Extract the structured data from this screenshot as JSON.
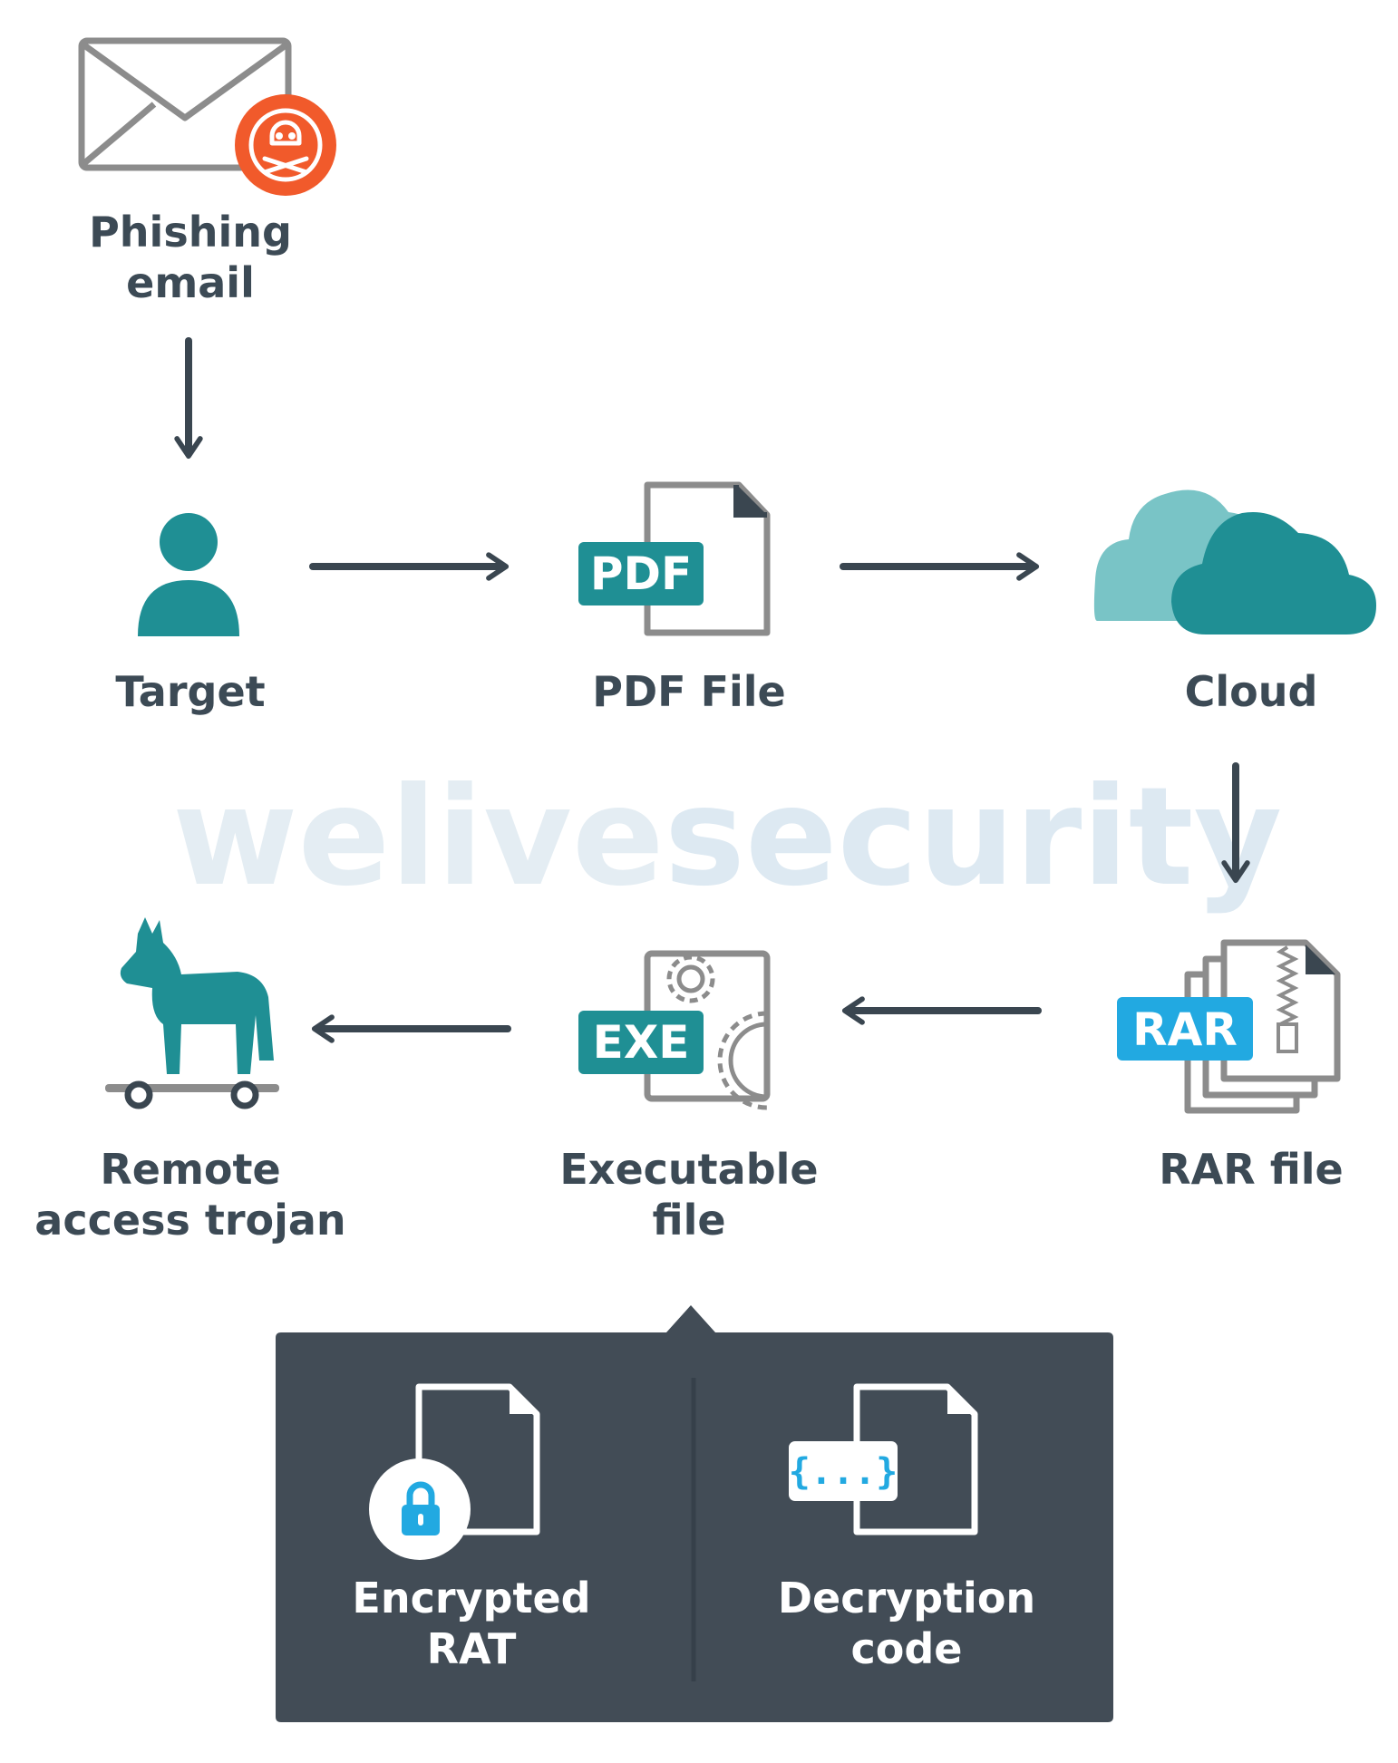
{
  "nodes": {
    "phishing": [
      "Phishing",
      "email"
    ],
    "target": [
      "Target"
    ],
    "pdf": [
      "PDF File"
    ],
    "cloud": [
      "Cloud"
    ],
    "rar": [
      "RAR file"
    ],
    "exe": [
      "Executable",
      "file"
    ],
    "rat": [
      "Remote",
      "access trojan"
    ]
  },
  "badges": {
    "pdf": "PDF",
    "exe": "EXE",
    "rar": "RAR",
    "code": "{...}"
  },
  "panel": {
    "left": [
      "Encrypted",
      "RAT"
    ],
    "right": [
      "Decryption",
      "code"
    ]
  },
  "watermark": {
    "part1": "welive",
    "part2": "security"
  },
  "colors": {
    "teal": "#1f8f94",
    "teal_light": "#79c4c6",
    "blue": "#22a9e1",
    "red": "#f15a2b",
    "dark_panel": "#424c56",
    "text": "#3c4a55",
    "arrow": "#3a4650",
    "outline": "#8c8c8c"
  }
}
